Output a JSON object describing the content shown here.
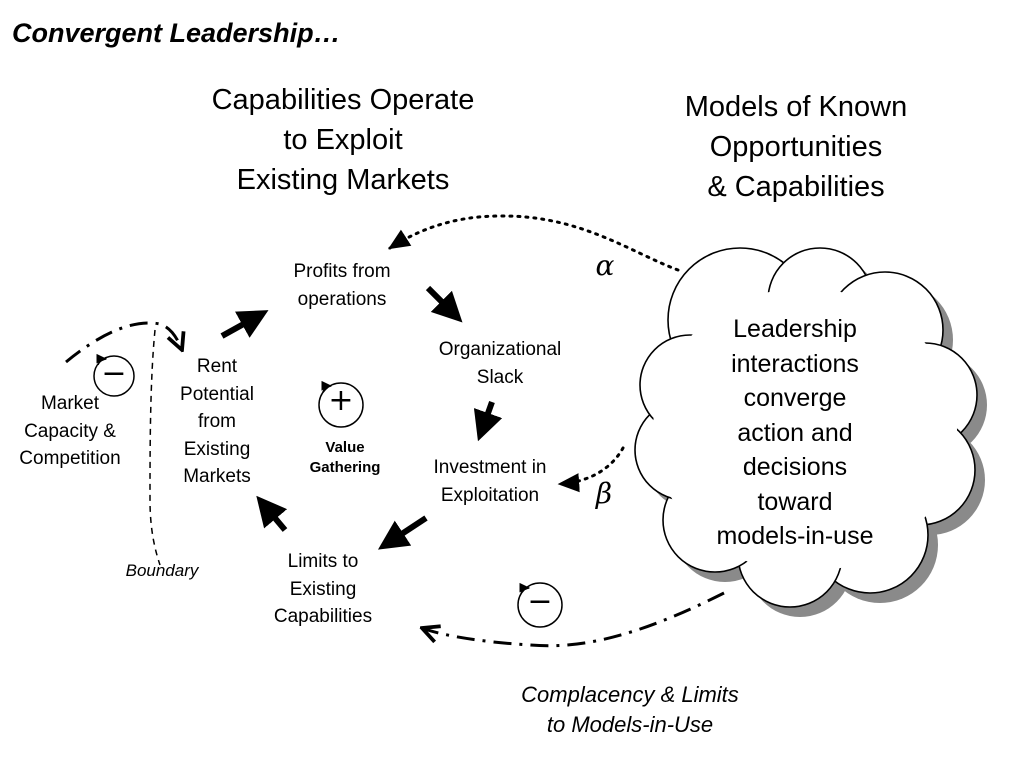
{
  "title": "Convergent Leadership…",
  "headings": {
    "capabilities": "Capabilities Operate\nto Exploit\nExisting Markets",
    "models": "Models of Known\nOpportunities\n& Capabilities"
  },
  "nodes": {
    "profits": "Profits from\noperations",
    "slack": "Organizational\nSlack",
    "investment": "Investment in\nExploitation",
    "limits": "Limits to\nExisting\nCapabilities",
    "rent": "Rent\nPotential\nfrom\nExisting\nMarkets",
    "market": "Market\nCapacity &\nCompetition"
  },
  "loop": {
    "label": "Value\nGathering",
    "plus": "+",
    "minus": "−"
  },
  "cloud": "Leadership\ninteractions\nconverge\naction and\ndecisions\ntoward\nmodels-in-use",
  "greek": {
    "alpha": "α",
    "beta": "β"
  },
  "boundary": "Boundary",
  "complacency": "Complacency & Limits\nto Models-in-Use"
}
